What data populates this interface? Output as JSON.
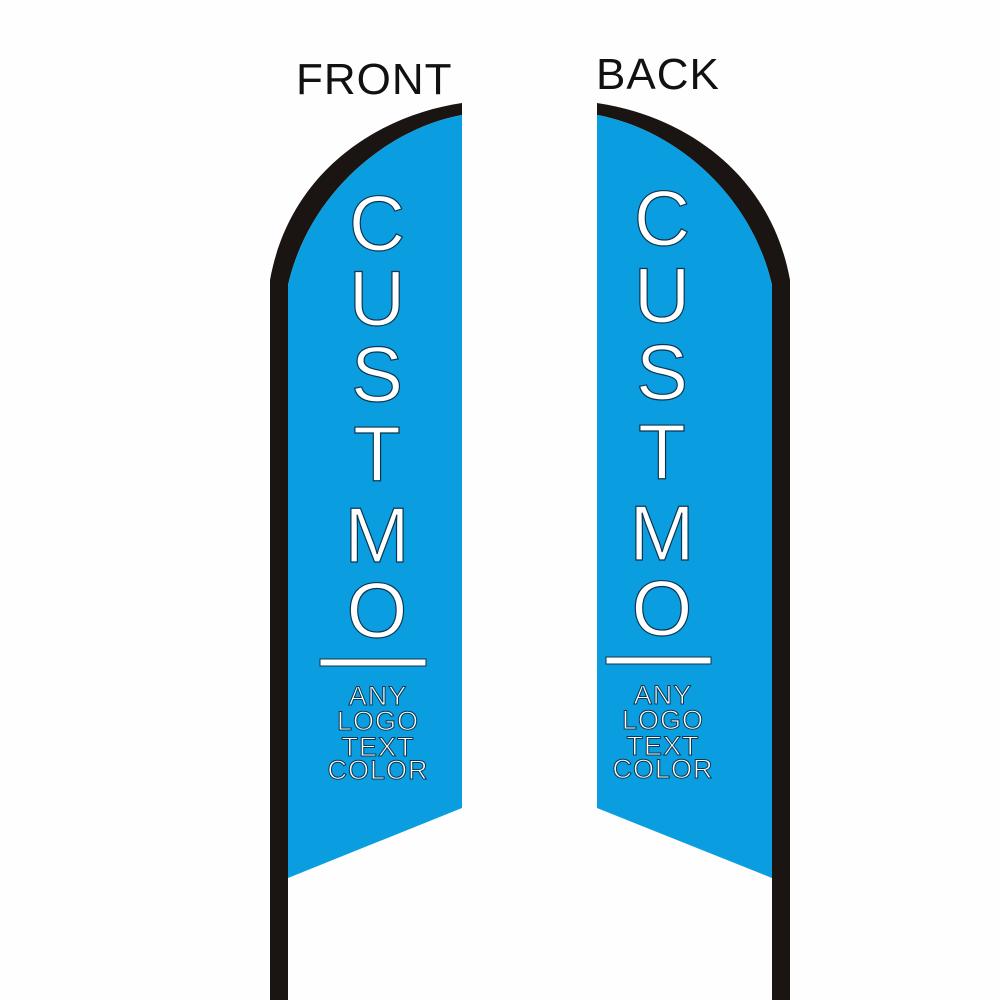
{
  "colors": {
    "flag_blue": "#0a9ee0",
    "pole_black": "#1a1412",
    "background": "#fefefe"
  },
  "front": {
    "label": "FRONT",
    "letters": [
      "C",
      "U",
      "S",
      "T",
      "M",
      "O"
    ],
    "lines": [
      "ANY",
      "LOGO",
      "TEXT",
      "COLOR"
    ]
  },
  "back": {
    "label": "BACK",
    "letters": [
      "C",
      "U",
      "S",
      "T",
      "M",
      "O"
    ],
    "lines": [
      "ANY",
      "LOGO",
      "TEXT",
      "COLOR"
    ]
  }
}
